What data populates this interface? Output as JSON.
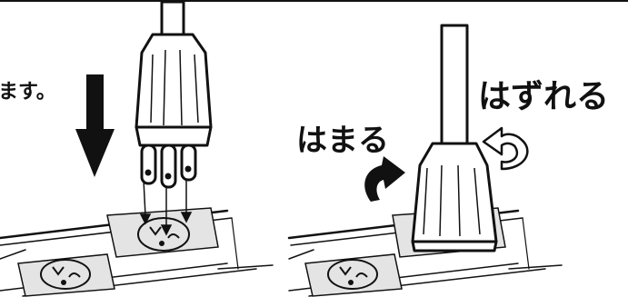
{
  "panel_left": {
    "caption": "ます。"
  },
  "panel_right": {
    "label_insert": "はまる",
    "label_remove": "はずれる"
  },
  "colors": {
    "ink": "#111111",
    "plate": "#e4e4e4",
    "background": "#ffffff"
  },
  "icons": [
    "down-arrow-icon",
    "plug-icon",
    "outlet-icon",
    "rotate-clockwise-arrow-icon",
    "rotate-counterclockwise-arrow-icon"
  ]
}
